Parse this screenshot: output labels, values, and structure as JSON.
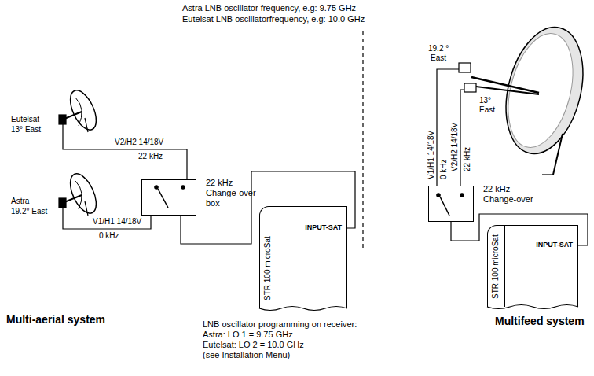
{
  "diagram": {
    "nodes": [
      {
        "text": [
          "22 kHz Change-over box"
        ]
      },
      {
        "text": [
          "STR 100 microSat",
          "INPUT-SAT"
        ]
      },
      {
        "text": [
          "22 kHz Change-over"
        ]
      },
      {
        "text": [
          "STR 100 microSat",
          "INPUT-SAT"
        ]
      }
    ],
    "edges": [
      {
        "from": 0,
        "to": 1,
        "arrow": "none"
      },
      {
        "from": 2,
        "to": 3,
        "arrow": "none"
      }
    ],
    "labels": [
      "Astra LNB oscillator frequency, e.g: 9.75 GHz",
      "Eutelsat LNB oscillatorfrequency, e.g: 10.0 GHz",
      "Eutelsat",
      "13° East",
      "V2/H2 14/18V",
      "22 kHz",
      "Astra",
      "19.2° East",
      "V1/H1 14/18V",
      "0 kHz",
      "19.2 °",
      "East",
      "13°",
      "East",
      "V1/H1 14/18V",
      "0 kHz",
      "V2/H2 14/18V",
      "22 kHz",
      "Multi-aerial system",
      "LNB oscillator programming on receiver:",
      "Astra: LO 1 = 9.75 GHz",
      "Eutelsat: LO 2 = 10.0 GHz",
      "(see Installation Menu)",
      "Multifeed system"
    ]
  }
}
